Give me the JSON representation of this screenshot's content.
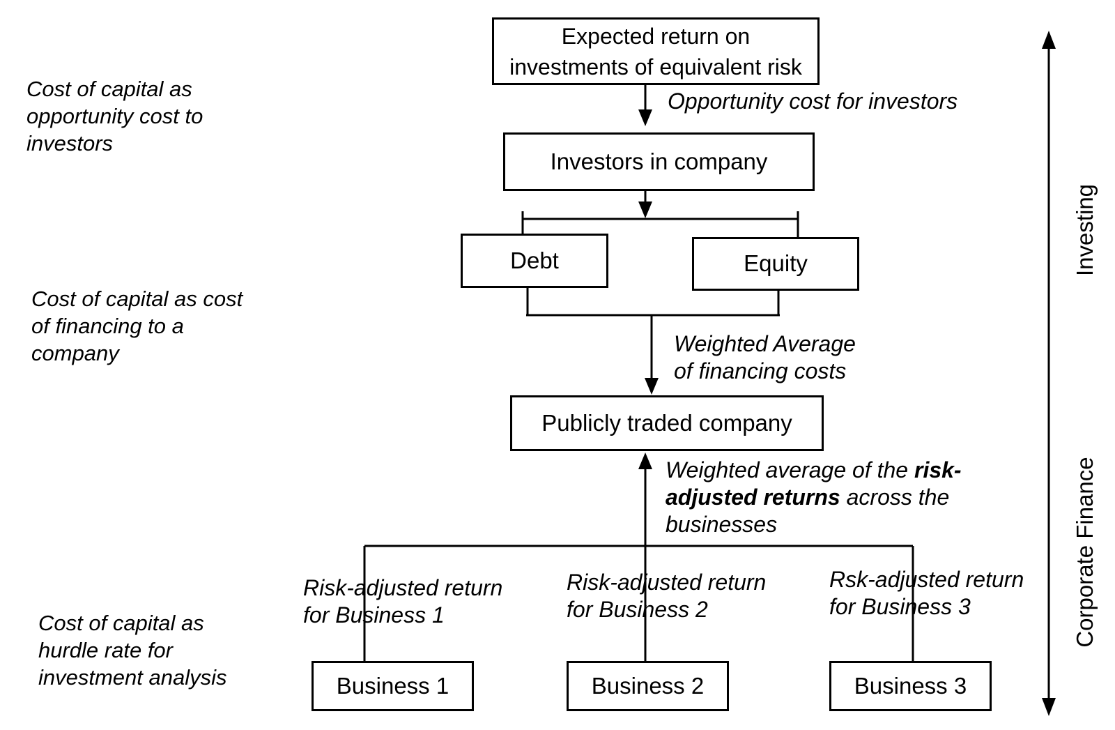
{
  "boxes": {
    "expected_return": {
      "line1": "Expected return on",
      "line2": "investments of equivalent risk"
    },
    "investors": {
      "label": "Investors in company"
    },
    "debt": {
      "label": "Debt"
    },
    "equity": {
      "label": "Equity"
    },
    "publicly_traded": {
      "label": "Publicly traded company"
    },
    "business1": {
      "label": "Business 1"
    },
    "business2": {
      "label": "Business 2"
    },
    "business3": {
      "label": "Business 3"
    }
  },
  "side_labels": {
    "opportunity": {
      "line1": "Cost of capital as",
      "line2": "opportunity cost to",
      "line3": "investors"
    },
    "financing": {
      "line1": "Cost of capital as cost",
      "line2": "of financing to a",
      "line3": "company"
    },
    "hurdle": {
      "line1": "Cost of capital as",
      "line2": "hurdle rate for",
      "line3": "investment analysis"
    }
  },
  "arrow_labels": {
    "opportunity_cost": "Opportunity cost for investors",
    "wacc": {
      "line1": "Weighted Average",
      "line2": "of financing costs"
    },
    "risk_adjusted": {
      "line1_normal": "Weighted average of the ",
      "line1_bold": "risk-",
      "line2_bold": "adjusted returns",
      "line2_normal": " across the",
      "line3": "businesses"
    },
    "business1": {
      "line1": "Risk-adjusted return",
      "line2": "for Business 1"
    },
    "business2": {
      "line1": "Risk-adjusted return",
      "line2": "for Business 2"
    },
    "business3": {
      "line1": "Rsk-adjusted return",
      "line2": "for Business 3"
    }
  },
  "axis": {
    "top": "Investing",
    "bottom": "Corporate Finance"
  },
  "colors": {
    "line": "#000000",
    "background": "#ffffff",
    "text": "#000000"
  }
}
